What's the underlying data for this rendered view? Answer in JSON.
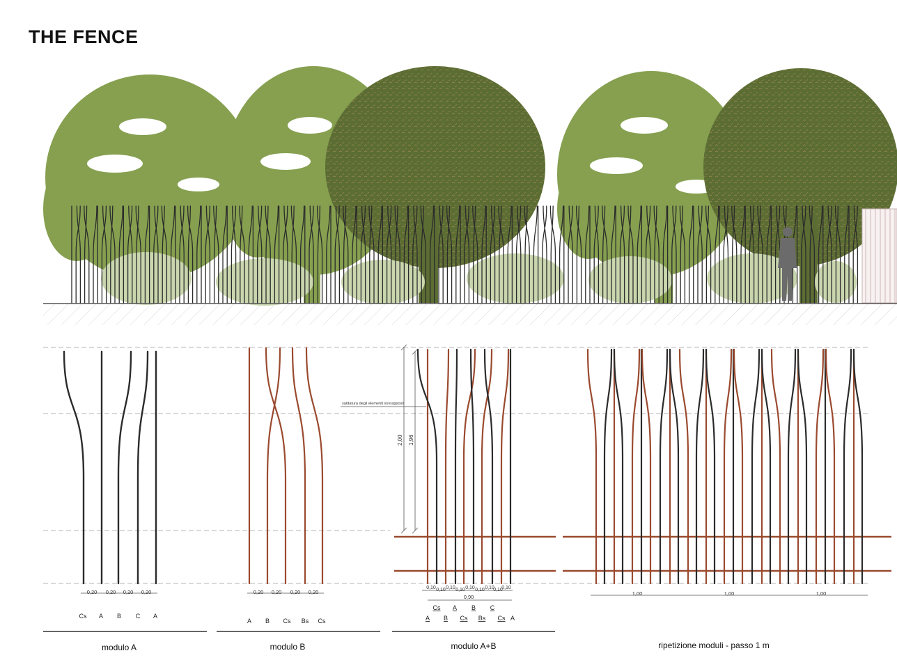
{
  "title": "THE FENCE",
  "colors": {
    "tree_light": "#86a050",
    "tree_dark": "#5c6d34",
    "shrub": "#c9d6ae",
    "rod_dark": "#2b2b2b",
    "rod_rust": "#9a4a2f",
    "person": "#6b6b6b"
  },
  "annotations": {
    "weld_note": "saldatura degli elementi sovrapposti",
    "height_total": "2,00",
    "height_partial": "1,96"
  },
  "modules": [
    {
      "name": "modulo A",
      "rod_color": "dark",
      "spacing_labels": [
        "0,20",
        "0,20",
        "0,20",
        "0,20"
      ],
      "rod_types": [
        "Cs",
        "A",
        "B",
        "C",
        "A"
      ]
    },
    {
      "name": "modulo B",
      "rod_color": "rust",
      "spacing_labels": [
        "0,20",
        "0,20",
        "0,20",
        "0,20"
      ],
      "rod_types": [
        "A",
        "B",
        "Cs",
        "Bs",
        "Cs"
      ]
    },
    {
      "name": "modulo A+B",
      "spacing_labels": [
        "0,10",
        "0,10",
        "0,10",
        "0,10",
        "0,10",
        "0,10",
        "0,10",
        "0,10",
        "0,10"
      ],
      "total_width": "0,90",
      "rod_types_top": [
        "Cs",
        "A",
        "B",
        "C"
      ],
      "rod_types_bottom": [
        "A",
        "B",
        "Cs",
        "Bs",
        "Cs",
        "A"
      ]
    },
    {
      "name": "ripetizione moduli - passo 1 m",
      "pitch_labels": [
        "1,00",
        "1,00",
        "1,00"
      ]
    }
  ]
}
